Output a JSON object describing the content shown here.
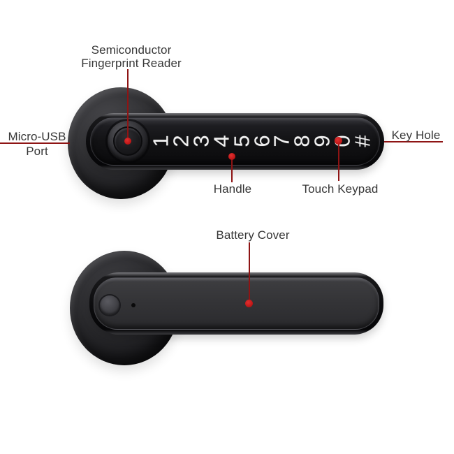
{
  "colors": {
    "background": "#ffffff",
    "annotation_line": "#8e1414",
    "annotation_dot": "#c11818",
    "label_text": "#373737",
    "key_text": "#f0f0f0"
  },
  "front_view": {
    "labels": {
      "fingerprint_line1": "Semiconductor",
      "fingerprint_line2": "Fingerprint Reader",
      "micro_usb_line1": "Micro-USB",
      "micro_usb_line2": "Port",
      "key_hole": "Key Hole",
      "handle": "Handle",
      "touch_keypad": "Touch Keypad"
    },
    "keypad_keys": [
      "1",
      "2",
      "3",
      "4",
      "5",
      "6",
      "7",
      "8",
      "9",
      "0",
      "#"
    ]
  },
  "back_view": {
    "labels": {
      "battery_cover": "Battery Cover"
    }
  }
}
